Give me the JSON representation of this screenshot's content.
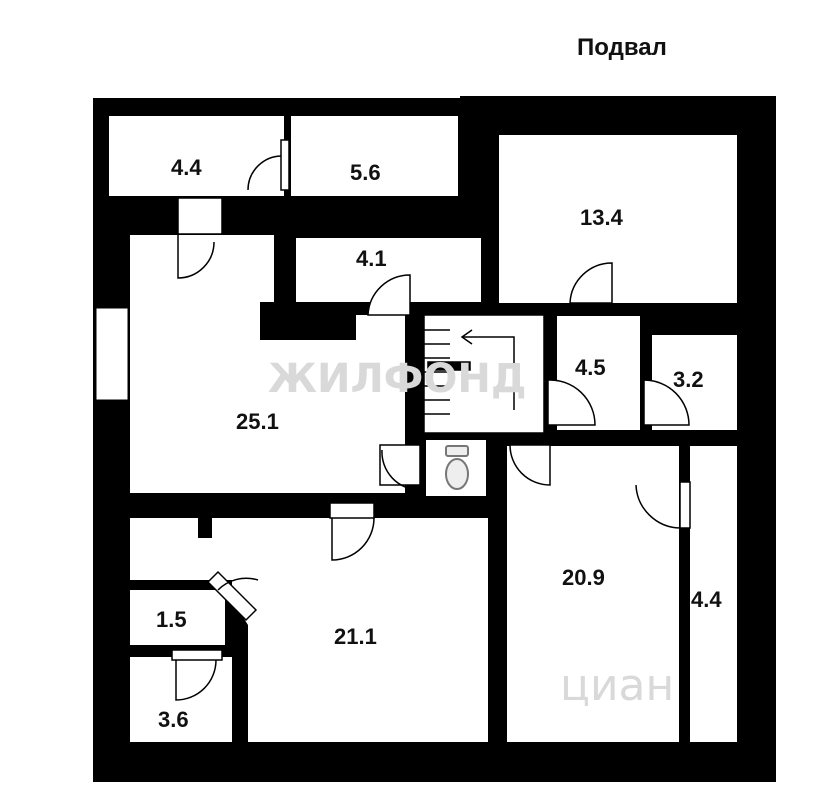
{
  "title": "Подвал",
  "rooms": [
    {
      "id": "room-top-left",
      "area": "4.4"
    },
    {
      "id": "room-top-mid",
      "area": "5.6"
    },
    {
      "id": "room-top-right",
      "area": "13.4"
    },
    {
      "id": "room-small-center",
      "area": "4.1"
    },
    {
      "id": "room-main-hall",
      "area": "25.1"
    },
    {
      "id": "room-mid-small-a",
      "area": "4.5"
    },
    {
      "id": "room-mid-small-b",
      "area": "3.2"
    },
    {
      "id": "room-right-large",
      "area": "20.9"
    },
    {
      "id": "room-right-narrow",
      "area": "4.4"
    },
    {
      "id": "room-bottom-left-a",
      "area": "1.5"
    },
    {
      "id": "room-bottom-left-b",
      "area": "3.6"
    },
    {
      "id": "room-bottom-center",
      "area": "21.1"
    }
  ],
  "watermarks": [
    "ЖИЛФОНД",
    "циан"
  ],
  "colors": {
    "wall": "#000000",
    "floor": "#ffffff",
    "text": "#111111"
  }
}
